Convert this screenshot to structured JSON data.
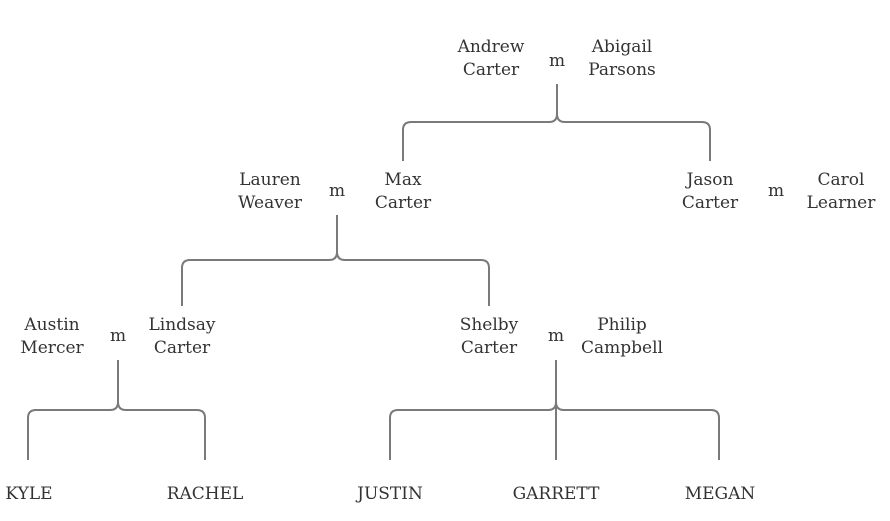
{
  "couples": [
    {
      "left": [
        "Andrew",
        "Carter"
      ],
      "marker": "m",
      "right": [
        "Abigail",
        "Parsons"
      ]
    },
    {
      "left": [
        "Lauren",
        "Weaver"
      ],
      "marker": "m",
      "right": [
        "Max",
        "Carter"
      ]
    },
    {
      "left": [
        "Jason",
        "Carter"
      ],
      "marker": "m",
      "right": [
        "Carol",
        "Learner"
      ]
    },
    {
      "left": [
        "Austin",
        "Mercer"
      ],
      "marker": "m",
      "right": [
        "Lindsay",
        "Carter"
      ]
    },
    {
      "left": [
        "Shelby",
        "Carter"
      ],
      "marker": "m",
      "right": [
        "Philip",
        "Campbell"
      ]
    }
  ],
  "children": [
    "KYLE",
    "RACHEL",
    "JUSTIN",
    "GARRETT",
    "MEGAN"
  ]
}
